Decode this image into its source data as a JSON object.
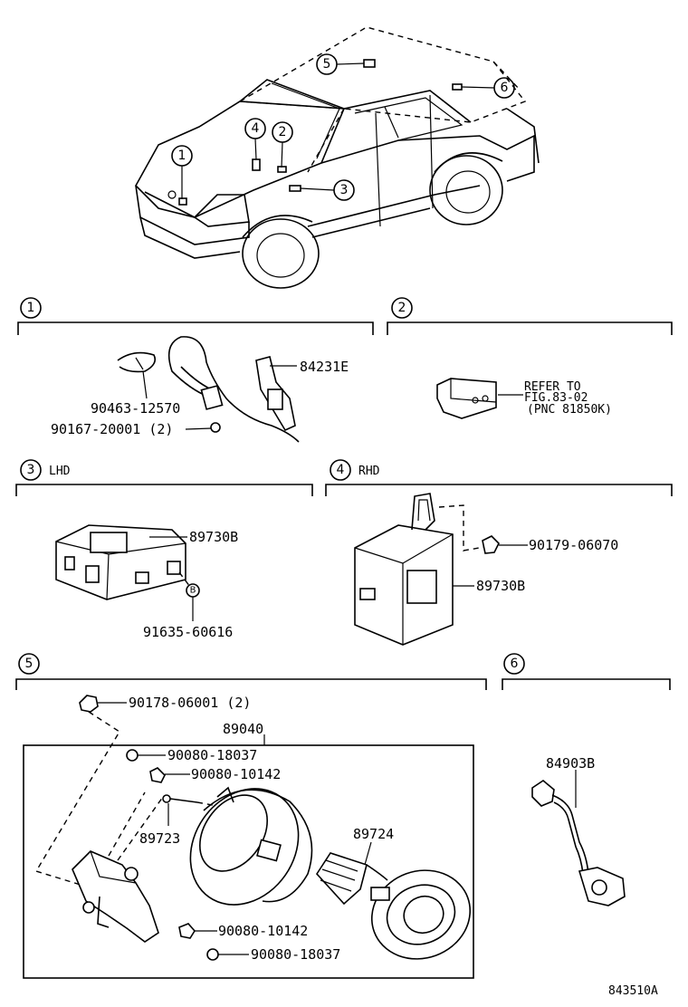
{
  "callouts": [
    "1",
    "2",
    "3",
    "4",
    "5",
    "6"
  ],
  "sections": {
    "s1": {
      "num": "1"
    },
    "s2": {
      "num": "2",
      "refer_line1": "REFER TO",
      "refer_line2": "FIG.83-02",
      "refer_line3": "(PNC 81850K)"
    },
    "s3": {
      "num": "3",
      "tag": "LHD"
    },
    "s4": {
      "num": "4",
      "tag": "RHD"
    },
    "s5": {
      "num": "5"
    },
    "s6": {
      "num": "6"
    }
  },
  "parts": {
    "p84231E": "84231E",
    "p90463": "90463-12570",
    "p90167": "90167-20001 (2)",
    "p89730B_lhd": "89730B",
    "p91635": "91635-60616",
    "p_b_mark": "B",
    "p89730B_rhd": "89730B",
    "p90179": "90179-06070",
    "p90178": "90178-06001 (2)",
    "p89040": "89040",
    "p90080_18037_a": "90080-18037",
    "p90080_10142_a": "90080-10142",
    "p89723": "89723",
    "p89724": "89724",
    "p90080_10142_b": "90080-10142",
    "p90080_18037_b": "90080-18037",
    "p84903B": "84903B"
  },
  "figure_code": "843510A"
}
